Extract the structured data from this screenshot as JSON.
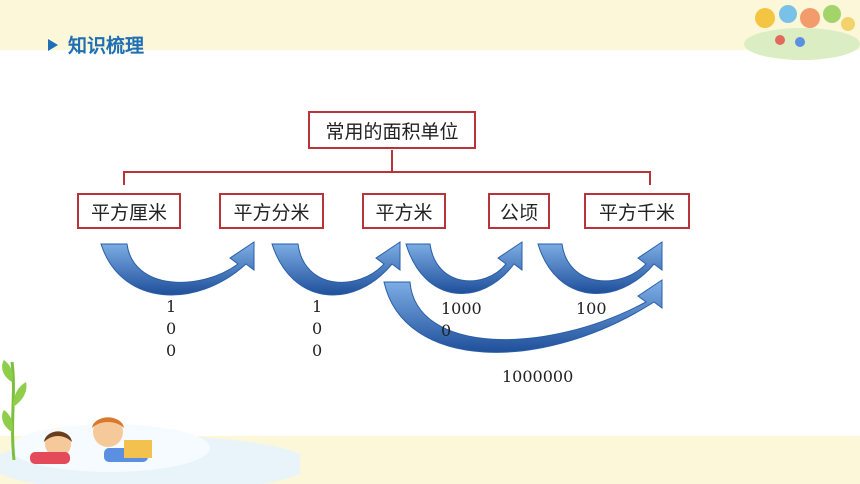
{
  "header": {
    "title": "知识梳理"
  },
  "diagram": {
    "root": "常用的面积单位",
    "units": [
      "平方厘米",
      "平方分米",
      "平方米",
      "公顷",
      "平方千米"
    ],
    "rates": [
      "100",
      "100",
      "10000",
      "100"
    ],
    "long_rate": "1000000"
  },
  "colors": {
    "box_border": "#b7353a",
    "arrow_light": "#7fb0e6",
    "arrow_dark": "#1f4f9a",
    "heading": "#1e6fb5"
  }
}
